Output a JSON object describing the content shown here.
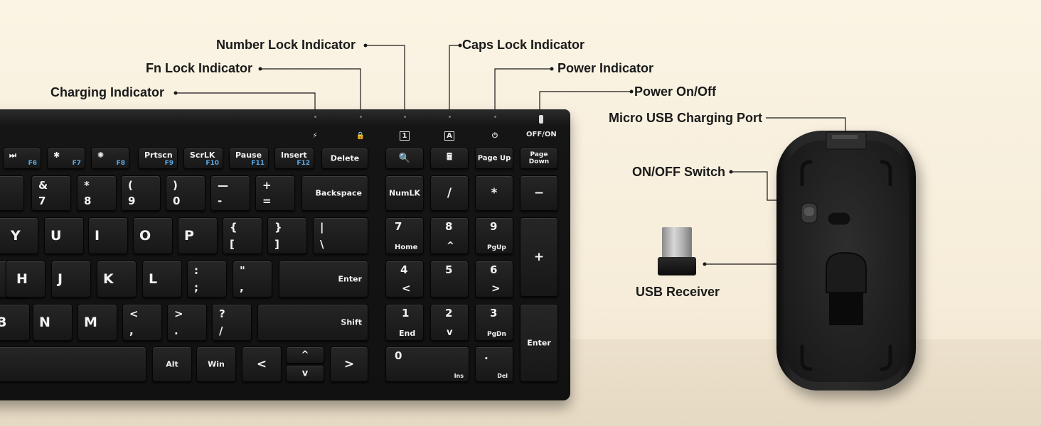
{
  "callouts": {
    "number_lock": "Number Lock Indicator",
    "fn_lock": "Fn Lock Indicator",
    "charging": "Charging Indicator",
    "caps_lock": "Caps Lock Indicator",
    "power_indicator": "Power Indicator",
    "power_onoff": "Power On/Off",
    "micro_usb": "Micro USB Charging Port",
    "onoff_switch": "ON/OFF Switch",
    "usb_receiver": "USB Receiver"
  },
  "indicators": {
    "charging_glyph": "⚡",
    "fn_lock_glyph": "🔒",
    "num_glyph": "1",
    "caps_glyph": "A",
    "power_glyph": "⏻",
    "switch_label": "OFF/ON"
  },
  "fkeys": [
    {
      "top": "⏭",
      "fn": "F6"
    },
    {
      "top": "✱",
      "fn": "F7"
    },
    {
      "top": "✺",
      "fn": "F8"
    },
    {
      "top": "Prtscn",
      "fn": "F9"
    },
    {
      "top": "ScrLK",
      "fn": "F10"
    },
    {
      "top": "Pause",
      "fn": "F11"
    },
    {
      "top": "Insert",
      "fn": "F12"
    },
    {
      "top": "Delete",
      "fn": ""
    }
  ],
  "numpad_top": [
    "🔍",
    "🖩",
    "Page Up",
    "Page Down"
  ],
  "number_row": [
    {
      "top": "&",
      "bottom": "7"
    },
    {
      "top": "*",
      "bottom": "8"
    },
    {
      "top": "(",
      "bottom": "9"
    },
    {
      "top": ")",
      "bottom": "0"
    },
    {
      "top": "—",
      "bottom": "-"
    },
    {
      "top": "+",
      "bottom": "="
    }
  ],
  "backspace": "Backspace",
  "row_q": [
    "Y",
    "U",
    "I",
    "O",
    "P"
  ],
  "bracket_keys": [
    {
      "top": "{",
      "bottom": "["
    },
    {
      "top": "}",
      "bottom": "]"
    },
    {
      "top": "|",
      "bottom": "\\"
    }
  ],
  "row_a": [
    "H",
    "J",
    "K",
    "L"
  ],
  "semi_keys": [
    {
      "top": ":",
      "bottom": ";"
    },
    {
      "top": "\"",
      "bottom": ","
    }
  ],
  "enter": "Enter",
  "row_z": [
    "B",
    "N",
    "M"
  ],
  "angle_keys": [
    {
      "top": "<",
      "bottom": ","
    },
    {
      "top": ">",
      "bottom": "."
    },
    {
      "top": "?",
      "bottom": "/"
    }
  ],
  "shift": "Shift",
  "bottom_row": {
    "alt": "Alt",
    "win": "Win",
    "left": "<",
    "up": "^",
    "down": "v",
    "right": ">"
  },
  "numpad": {
    "numlk": "NumLK",
    "slash": "/",
    "star": "*",
    "minus": "−",
    "plus": "+",
    "enter": "Enter",
    "k7": "7",
    "k7s": "Home",
    "k8": "8",
    "k8s": "^",
    "k9": "9",
    "k9s": "PgUp",
    "k4": "4",
    "k4s": "<",
    "k5": "5",
    "k6": "6",
    "k6s": ">",
    "k1": "1",
    "k1s": "End",
    "k2": "2",
    "k2s": "v",
    "k3": "3",
    "k3s": "PgDn",
    "k0": "0",
    "k0s": "Ins",
    "dot": ".",
    "dots": "Del"
  },
  "colors": {
    "background": "#fbf4e4",
    "keyboard": "#151515",
    "fn_label": "#5aa9e6"
  }
}
